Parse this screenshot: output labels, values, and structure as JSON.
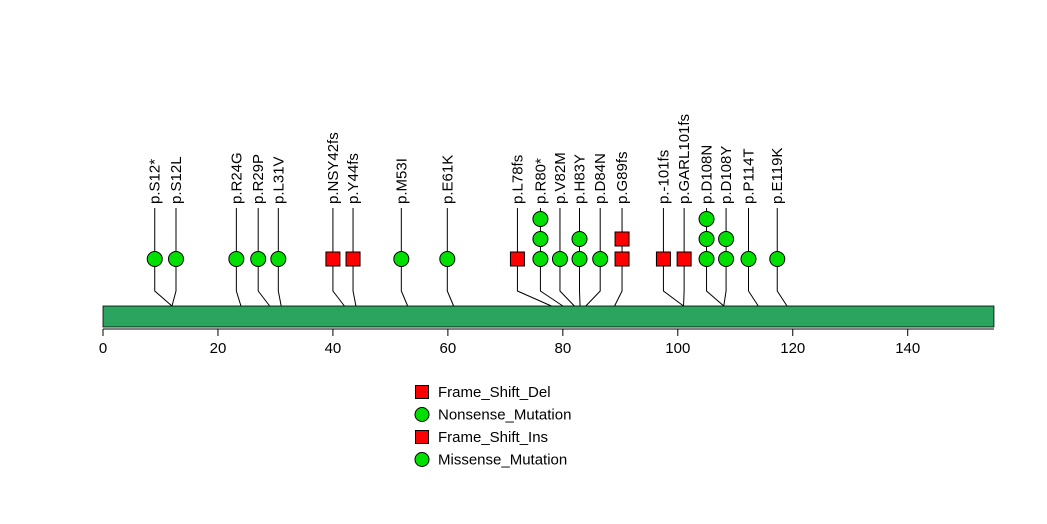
{
  "figure": {
    "background": "#ffffff"
  },
  "chart_data": {
    "type": "lollipop",
    "title": "",
    "protein": {
      "length": 155,
      "bar_color": "#2aa45e",
      "bar_border": "#000000"
    },
    "x_axis": {
      "min": 0,
      "max": 155,
      "ticks": [
        0,
        20,
        40,
        60,
        80,
        100,
        120,
        140
      ]
    },
    "marker_colors": {
      "Frame_Shift_Del": "#ff0000",
      "Frame_Shift_Ins": "#ff0000",
      "Nonsense_Mutation": "#00e000",
      "Missense_Mutation": "#00e000"
    },
    "marker_shapes": {
      "Frame_Shift_Del": "square",
      "Frame_Shift_Ins": "square",
      "Nonsense_Mutation": "circle",
      "Missense_Mutation": "circle"
    },
    "mutations": [
      {
        "label": "p.S12*",
        "pos": 12,
        "display": 9.0,
        "count": 1,
        "type": "Nonsense_Mutation"
      },
      {
        "label": "p.S12L",
        "pos": 12,
        "display": 12.7,
        "count": 1,
        "type": "Missense_Mutation"
      },
      {
        "label": "p.R24G",
        "pos": 24,
        "display": 23.2,
        "count": 1,
        "type": "Missense_Mutation"
      },
      {
        "label": "p.R29P",
        "pos": 29,
        "display": 27.0,
        "count": 1,
        "type": "Missense_Mutation"
      },
      {
        "label": "p.L31V",
        "pos": 31,
        "display": 30.5,
        "count": 1,
        "type": "Missense_Mutation"
      },
      {
        "label": "p.NSY42fs",
        "pos": 42,
        "display": 40.0,
        "count": 1,
        "type": "Frame_Shift_Del"
      },
      {
        "label": "p.Y44fs",
        "pos": 44,
        "display": 43.5,
        "count": 1,
        "type": "Frame_Shift_Del"
      },
      {
        "label": "p.M53I",
        "pos": 53,
        "display": 51.9,
        "count": 1,
        "type": "Missense_Mutation"
      },
      {
        "label": "p.E61K",
        "pos": 61,
        "display": 59.9,
        "count": 1,
        "type": "Missense_Mutation"
      },
      {
        "label": "p.L78fs",
        "pos": 78,
        "display": 72.1,
        "count": 1,
        "type": "Frame_Shift_Del"
      },
      {
        "label": "p.R80*",
        "pos": 80,
        "display": 76.1,
        "count": 3,
        "type": "Nonsense_Mutation"
      },
      {
        "label": "p.V82M",
        "pos": 82,
        "display": 79.5,
        "count": 1,
        "type": "Missense_Mutation"
      },
      {
        "label": "p.H83Y",
        "pos": 83,
        "display": 82.9,
        "count": 2,
        "type": "Missense_Mutation"
      },
      {
        "label": "p.D84N",
        "pos": 84,
        "display": 86.5,
        "count": 1,
        "type": "Missense_Mutation"
      },
      {
        "label": "p.G89fs",
        "pos": 89,
        "display": 90.3,
        "count": 2,
        "type": "Frame_Shift_Ins"
      },
      {
        "label": "p.-101fs",
        "pos": 101,
        "display": 97.5,
        "count": 1,
        "type": "Frame_Shift_Del"
      },
      {
        "label": "p.GARL101fs",
        "pos": 101,
        "display": 101.1,
        "count": 1,
        "type": "Frame_Shift_Del"
      },
      {
        "label": "p.D108N",
        "pos": 108,
        "display": 105.0,
        "count": 3,
        "type": "Missense_Mutation"
      },
      {
        "label": "p.D108Y",
        "pos": 108,
        "display": 108.4,
        "count": 2,
        "type": "Missense_Mutation"
      },
      {
        "label": "p.P114T",
        "pos": 114,
        "display": 112.3,
        "count": 1,
        "type": "Missense_Mutation"
      },
      {
        "label": "p.E119K",
        "pos": 119,
        "display": 117.3,
        "count": 1,
        "type": "Missense_Mutation"
      }
    ],
    "legend": [
      {
        "label": "Frame_Shift_Del",
        "shape": "square",
        "color": "#ff0000"
      },
      {
        "label": "Nonsense_Mutation",
        "shape": "circle",
        "color": "#00e000"
      },
      {
        "label": "Frame_Shift_Ins",
        "shape": "square",
        "color": "#ff0000"
      },
      {
        "label": "Missense_Mutation",
        "shape": "circle",
        "color": "#00e000"
      }
    ],
    "legend_position": "bottom-center",
    "grid": false
  }
}
